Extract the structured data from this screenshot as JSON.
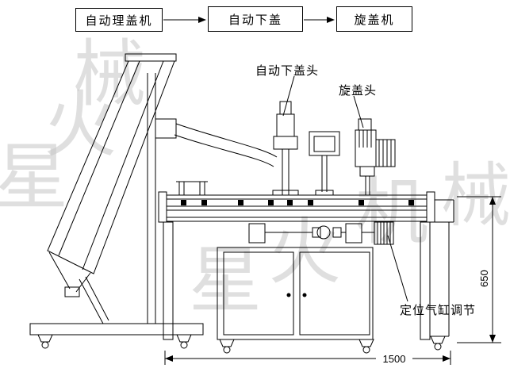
{
  "flowchart": {
    "boxes": [
      {
        "label": "自动理盖机"
      },
      {
        "label": "自动下盖"
      },
      {
        "label": "旋盖机"
      }
    ]
  },
  "labels": {
    "cap_drop_head": "自动下盖头",
    "capping_head": "旋盖头",
    "positioning_cylinder": "定位气缸调节"
  },
  "dimensions": {
    "width_mm": "1500",
    "height_mm": "650"
  },
  "watermark": {
    "chars": [
      "械",
      "火",
      "星",
      "星",
      "火",
      "机",
      "械"
    ]
  },
  "colors": {
    "line": "#000000",
    "watermark": "#c6c6c6",
    "background": "#ffffff"
  }
}
